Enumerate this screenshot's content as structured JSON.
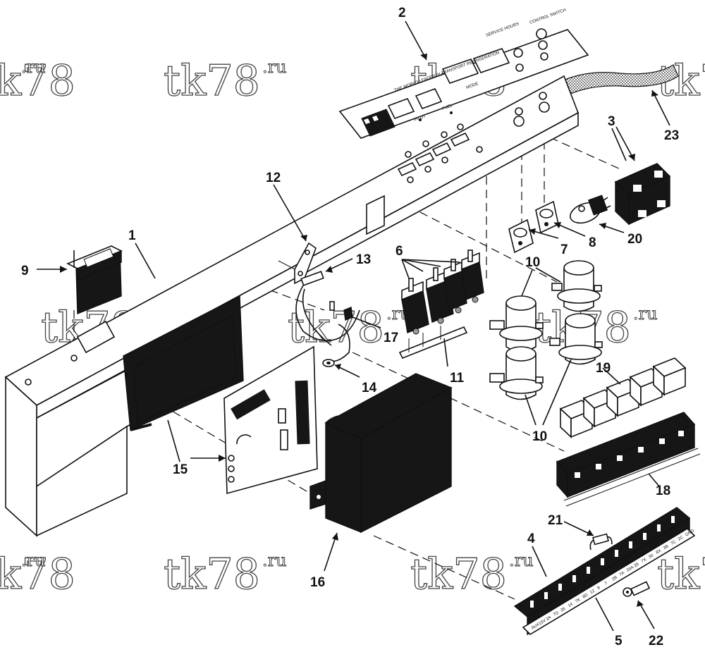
{
  "watermark": {
    "main": "tk78",
    "sup": ".ru"
  },
  "panel_plate": {
    "title_text": "THE WORLD LEADER IN TRANSPORT REFRIGERATION",
    "label_a": "SERVICE HOURS",
    "label_b": "CONTROL SWITCH",
    "label_c": "PILOT",
    "label_d": "FUEL",
    "label_e": "MODE"
  },
  "terminal_strip_labels": [
    "AUX",
    "15V",
    "2A",
    "7D",
    "26",
    "14",
    "7K",
    "8D",
    "12",
    "8",
    "7",
    "2B",
    "7A",
    "20A",
    "29",
    "7X",
    "30",
    "8X",
    "3B",
    "7C",
    "2C",
    "GND"
  ],
  "callouts": [
    {
      "id": "c1",
      "label": "1"
    },
    {
      "id": "c2",
      "label": "2"
    },
    {
      "id": "c3",
      "label": "3"
    },
    {
      "id": "c4",
      "label": "4"
    },
    {
      "id": "c5",
      "label": "5"
    },
    {
      "id": "c6",
      "label": "6"
    },
    {
      "id": "c7",
      "label": "7"
    },
    {
      "id": "c8",
      "label": "8"
    },
    {
      "id": "c9",
      "label": "9"
    },
    {
      "id": "c10a",
      "label": "10"
    },
    {
      "id": "c10b",
      "label": "10"
    },
    {
      "id": "c11",
      "label": "11"
    },
    {
      "id": "c12",
      "label": "12"
    },
    {
      "id": "c13",
      "label": "13"
    },
    {
      "id": "c14",
      "label": "14"
    },
    {
      "id": "c15",
      "label": "15"
    },
    {
      "id": "c16",
      "label": "16"
    },
    {
      "id": "c17",
      "label": "17"
    },
    {
      "id": "c18",
      "label": "18"
    },
    {
      "id": "c19",
      "label": "19"
    },
    {
      "id": "c20",
      "label": "20"
    },
    {
      "id": "c21",
      "label": "21"
    },
    {
      "id": "c22",
      "label": "22"
    },
    {
      "id": "c23",
      "label": "23"
    }
  ]
}
